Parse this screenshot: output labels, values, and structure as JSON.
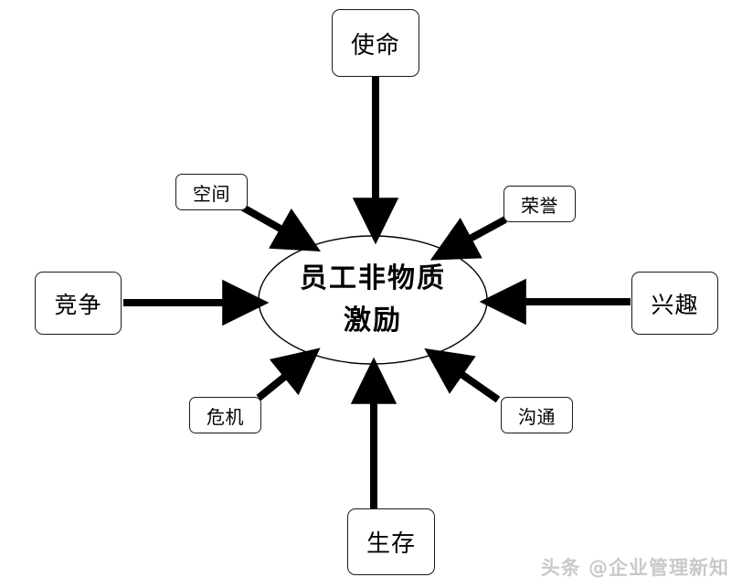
{
  "diagram": {
    "type": "hub-and-spoke",
    "center": {
      "shape": "ellipse",
      "lines": [
        "员工非物质",
        "激励"
      ],
      "full_text": "员工非物质激励"
    },
    "nodes": [
      {
        "id": "mission",
        "label": "使命",
        "position": "top",
        "arrow": "down"
      },
      {
        "id": "space",
        "label": "空间",
        "position": "upper-left",
        "arrow": "down-right"
      },
      {
        "id": "honor",
        "label": "荣誉",
        "position": "upper-right",
        "arrow": "down-left"
      },
      {
        "id": "competition",
        "label": "竞争",
        "position": "left",
        "arrow": "right"
      },
      {
        "id": "interest",
        "label": "兴趣",
        "position": "right",
        "arrow": "left"
      },
      {
        "id": "crisis",
        "label": "危机",
        "position": "lower-left",
        "arrow": "up-right"
      },
      {
        "id": "communication",
        "label": "沟通",
        "position": "lower-right",
        "arrow": "up-left"
      },
      {
        "id": "survival",
        "label": "生存",
        "position": "bottom",
        "arrow": "up"
      }
    ],
    "colors": {
      "stroke": "#000000",
      "box_border": "#1a1a1a",
      "background": "#ffffff",
      "watermark": "#c9c9c9"
    }
  },
  "watermark": {
    "text": "头条 @企业管理新知"
  }
}
